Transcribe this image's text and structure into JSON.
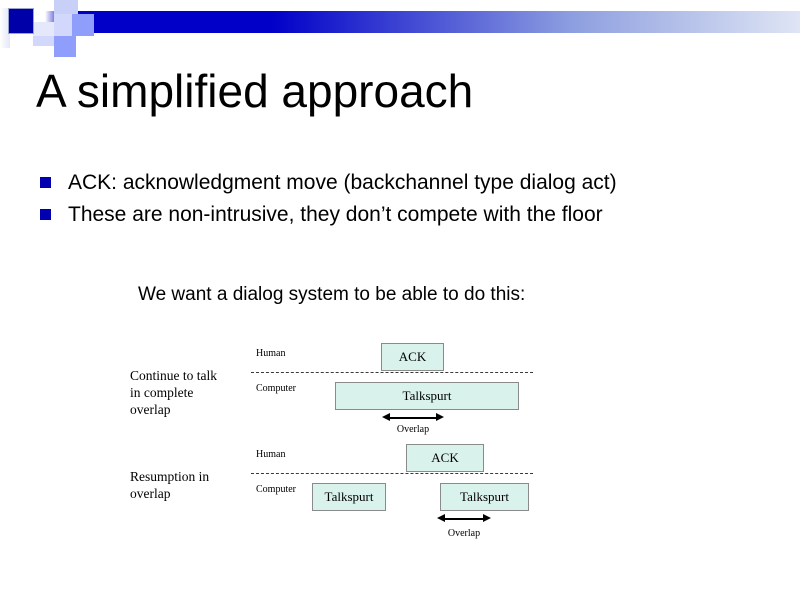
{
  "slide": {
    "title": "A simplified approach",
    "subtitle": "We want a dialog system to be able to do this:",
    "bullets": [
      "ACK: acknowledgment move (backchannel type dialog act)",
      "These are non-intrusive, they don’t compete with the floor"
    ],
    "colors": {
      "bullet_marker": "#0000b0",
      "banner_blue": "#0000c8",
      "box_fill": "#d9f2ec",
      "box_border": "#8a8a8a",
      "text": "#000000"
    }
  },
  "diagram": {
    "scenarios": [
      {
        "caption": "Continue to talk\nin complete\noverlap",
        "human_label": "Human",
        "computer_label": "Computer",
        "boxes": [
          {
            "label": "ACK",
            "track": "human"
          },
          {
            "label": "Talkspurt",
            "track": "computer"
          }
        ],
        "overlap_label": "Overlap"
      },
      {
        "caption": "Resumption in\noverlap",
        "human_label": "Human",
        "computer_label": "Computer",
        "boxes": [
          {
            "label": "ACK",
            "track": "human"
          },
          {
            "label": "Talkspurt",
            "track": "computer"
          },
          {
            "label": "Talkspurt",
            "track": "computer"
          }
        ],
        "overlap_label": "Overlap"
      }
    ]
  }
}
